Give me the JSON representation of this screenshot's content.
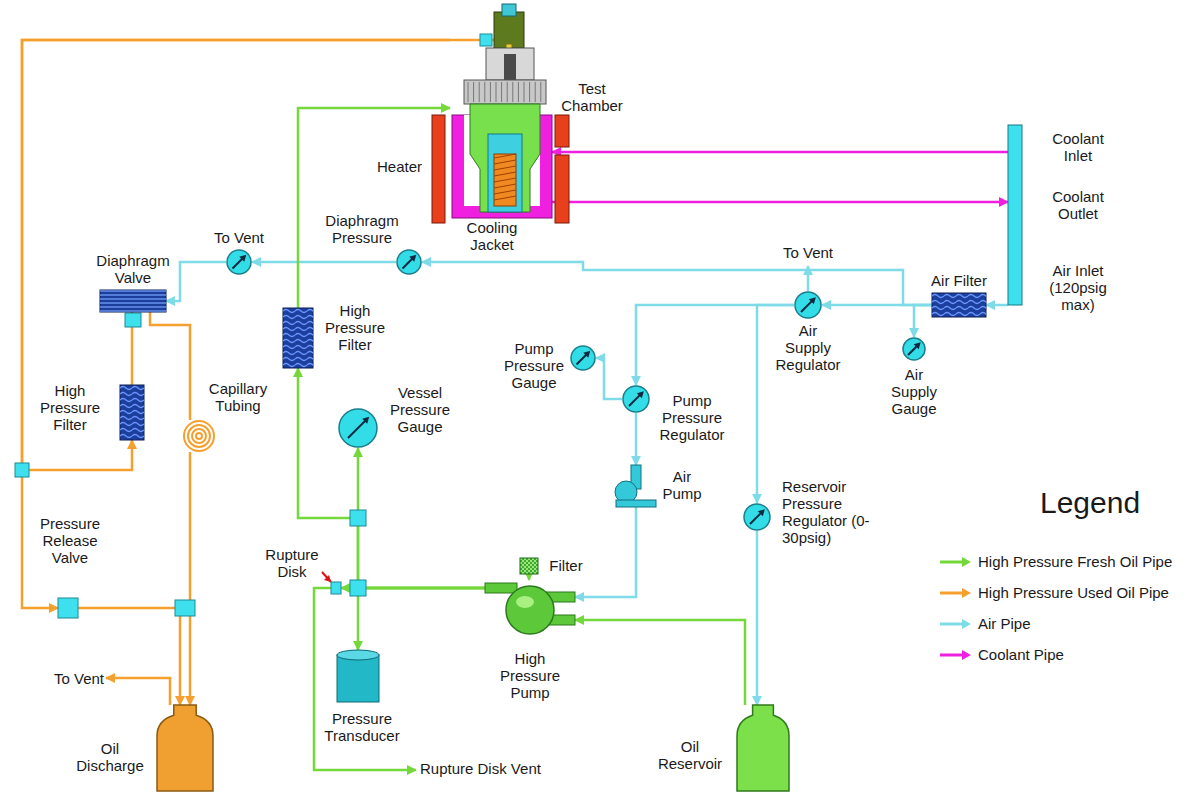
{
  "diagram": {
    "nodes": [
      {
        "text": [
          "Test Chamber"
        ]
      },
      {
        "text": [
          "Heater"
        ]
      },
      {
        "text": [
          "Cooling Jacket"
        ]
      },
      {
        "text": [
          "Coolant Inlet",
          "Coolant Outlet",
          "Air Inlet (120psig max)"
        ]
      },
      {
        "text": [
          "Air Filter"
        ]
      },
      {
        "text": [
          "Air Supply Gauge"
        ]
      },
      {
        "text": [
          "Air Supply Regulator"
        ]
      },
      {
        "text": [
          "Pump Pressure Regulator"
        ]
      },
      {
        "text": [
          "Pump Pressure Gauge"
        ]
      },
      {
        "text": [
          "Air Pump"
        ]
      },
      {
        "text": [
          "Reservoir Pressure Regulator (0-30psig)"
        ]
      },
      {
        "text": [
          "Oil Reservoir"
        ]
      },
      {
        "text": [
          "High Pressure Pump"
        ]
      },
      {
        "text": [
          "Filter"
        ]
      },
      {
        "text": [
          "Rupture Disk"
        ]
      },
      {
        "text": [
          "Pressure Transducer"
        ]
      },
      {
        "text": [
          "Vessel Pressure Gauge"
        ]
      },
      {
        "text": [
          "High Pressure Filter"
        ]
      },
      {
        "text": [
          "Diaphragm Pressure"
        ]
      },
      {
        "text": [
          "Diaphragm Valve"
        ]
      },
      {
        "text": [
          "High Pressure Filter"
        ]
      },
      {
        "text": [
          "Capillary Tubing"
        ]
      },
      {
        "text": [
          "Pressure Release Valve"
        ]
      },
      {
        "text": [
          "Oil Discharge"
        ]
      },
      {
        "text": [
          "To Vent"
        ]
      }
    ],
    "edges": [
      {
        "from": 3,
        "to": 2,
        "arrow": "to"
      },
      {
        "from": 2,
        "to": 3,
        "arrow": "to"
      },
      {
        "from": 3,
        "to": 4,
        "arrow": "to"
      },
      {
        "from": 4,
        "to": 6,
        "arrow": "to"
      },
      {
        "from": 4,
        "to": 5,
        "arrow": "to"
      },
      {
        "from": 4,
        "to": 18,
        "arrow": "to"
      },
      {
        "from": 18,
        "to": 24,
        "arrow": "to"
      },
      {
        "from": 24,
        "to": 19,
        "arrow": "to"
      },
      {
        "from": 6,
        "to": 7,
        "arrow": "to"
      },
      {
        "from": 6,
        "to": 10,
        "arrow": "to"
      },
      {
        "from": 7,
        "to": 8,
        "arrow": "to"
      },
      {
        "from": 7,
        "to": 9,
        "arrow": "to"
      },
      {
        "from": 9,
        "to": 12,
        "arrow": "to"
      },
      {
        "from": 11,
        "to": 12,
        "arrow": "to"
      },
      {
        "from": 10,
        "to": 11,
        "arrow": "to"
      },
      {
        "from": 13,
        "to": 12,
        "arrow": "to"
      },
      {
        "from": 12,
        "to": 14,
        "arrow": "to"
      },
      {
        "from": 12,
        "to": 15,
        "arrow": "to"
      },
      {
        "from": 12,
        "to": 16,
        "arrow": "to"
      },
      {
        "from": 12,
        "to": 17,
        "arrow": "to"
      },
      {
        "from": 17,
        "to": 0,
        "arrow": "to"
      },
      {
        "from": 0,
        "to": 20,
        "arrow": "to"
      },
      {
        "from": 20,
        "to": 19,
        "arrow": "to"
      },
      {
        "from": 19,
        "to": 21,
        "arrow": "none"
      },
      {
        "from": 21,
        "to": 23,
        "arrow": "to"
      },
      {
        "from": 0,
        "to": 22,
        "arrow": "to"
      },
      {
        "from": 22,
        "to": 23,
        "arrow": "to"
      }
    ],
    "labels": [
      "To Vent",
      "To Vent",
      "Rupture Disk Vent",
      "Legend"
    ],
    "legend": [
      {
        "text": "High Pressure Fresh Oil Pipe",
        "color": "#74d83a"
      },
      {
        "text": "High Pressure Used Oil Pipe",
        "color": "#f5a02e"
      },
      {
        "text": "Air Pipe",
        "color": "#7fdbe8"
      },
      {
        "text": "Coolant Pipe",
        "color": "#f020e0"
      }
    ]
  }
}
